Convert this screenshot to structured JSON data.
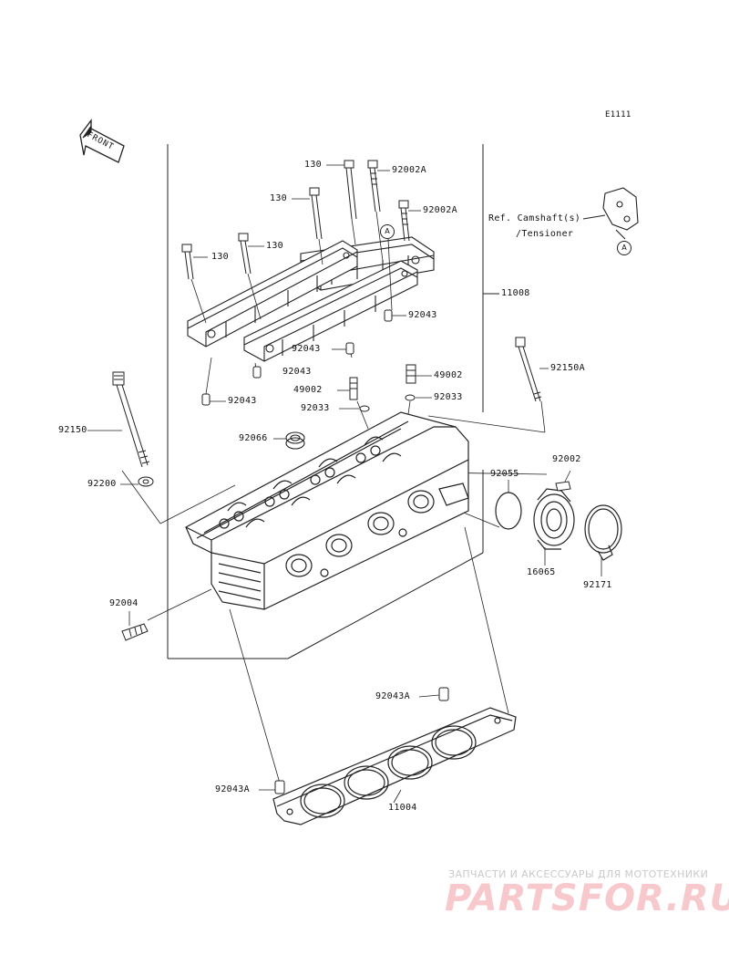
{
  "diagram": {
    "code": "E1111",
    "front_label": "FRONT",
    "reference": {
      "line1": "Ref. Camshaft(s)",
      "line2": "/Tensioner"
    },
    "callout_letter": "A",
    "part_labels": {
      "p130_a": "130",
      "p92002A_a": "92002A",
      "p130_b": "130",
      "p92002A_b": "92002A",
      "p130_c": "130",
      "p130_d": "130",
      "p11008": "11008",
      "p92043_a": "92043",
      "p92043_b": "92043",
      "p92043_c": "92043",
      "p92043_d": "92043",
      "p49002_a": "49002",
      "p49002_b": "49002",
      "p92033_a": "92033",
      "p92033_b": "92033",
      "p92150A": "92150A",
      "p92150": "92150",
      "p92066": "92066",
      "p92200": "92200",
      "p92055": "92055",
      "p92002": "92002",
      "p16065": "16065",
      "p92171": "92171",
      "p92004": "92004",
      "p92043A_a": "92043A",
      "p92043A_b": "92043A",
      "p11004": "11004"
    }
  },
  "watermark": {
    "subtitle": "ЗАПЧАСТИ И АКСЕССУАРЫ ДЛЯ МОТОТЕХНИКИ",
    "brand": "PARTSFOR.RU"
  }
}
